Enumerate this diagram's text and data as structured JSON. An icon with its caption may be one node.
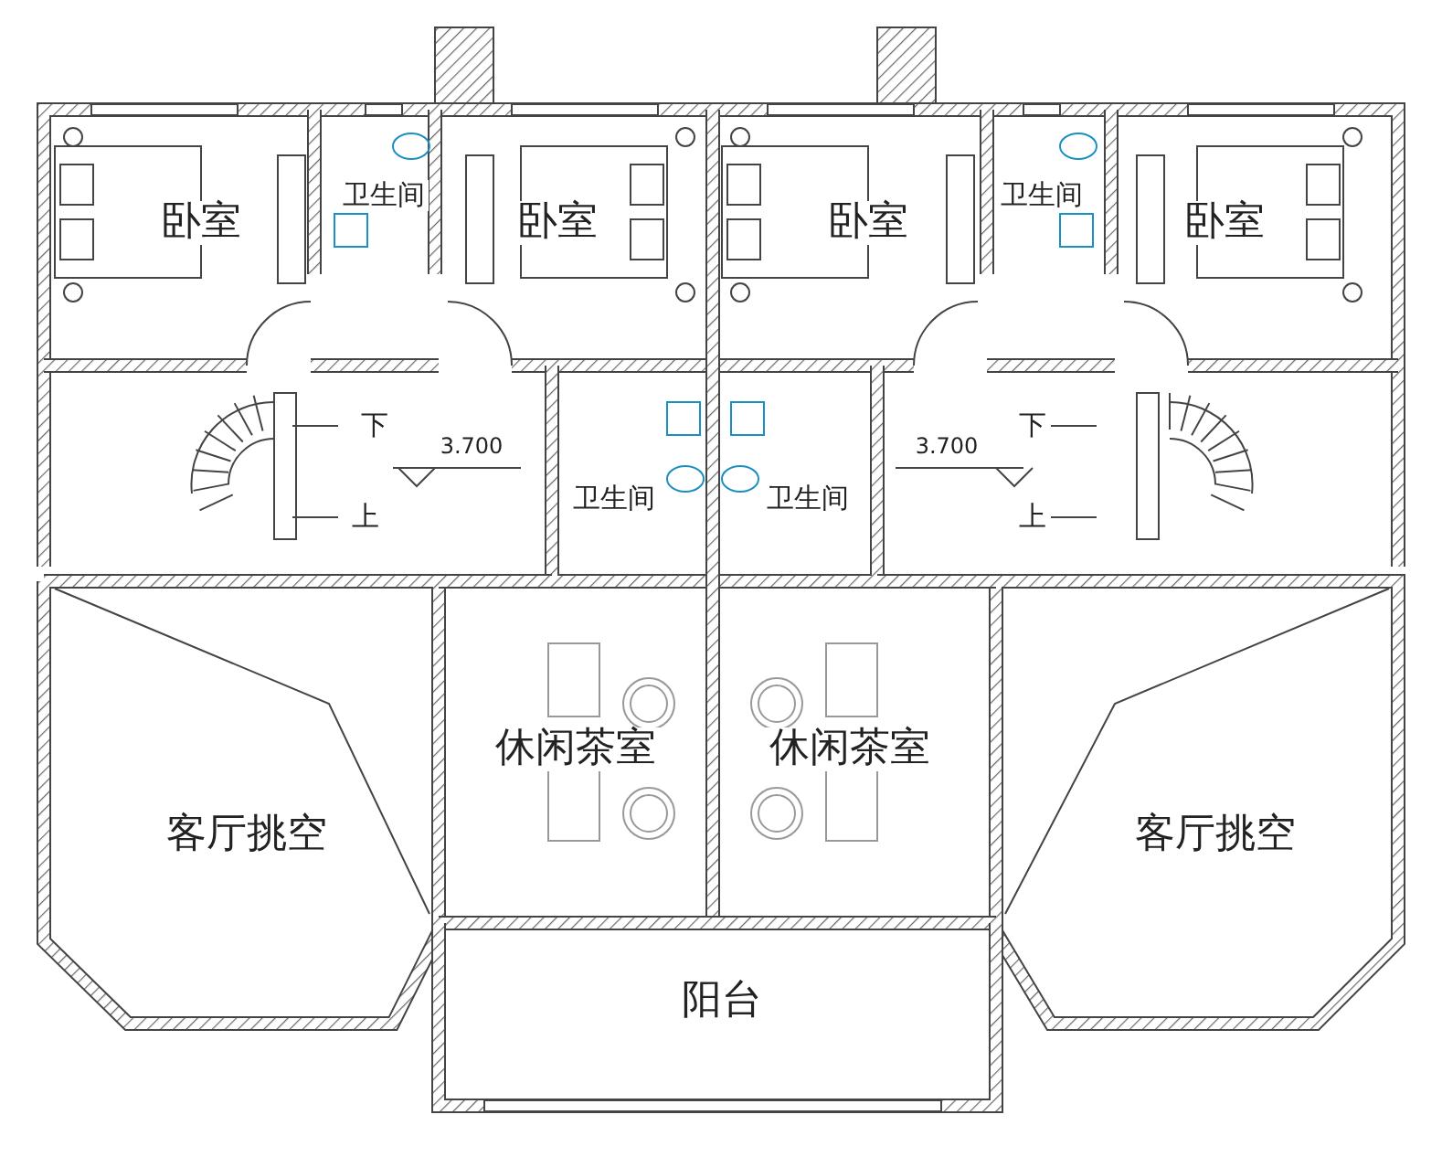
{
  "diagram": {
    "nodes": [
      {
        "text": [
          "卧室"
        ]
      },
      {
        "text": [
          "卫生间"
        ]
      },
      {
        "text": [
          "卧室"
        ]
      },
      {
        "text": [
          "卧室"
        ]
      },
      {
        "text": [
          "卫生间"
        ]
      },
      {
        "text": [
          "卧室"
        ]
      },
      {
        "text": [
          "卫生间"
        ]
      },
      {
        "text": [
          "卫生间"
        ]
      },
      {
        "text": [
          "休闲茶室"
        ]
      },
      {
        "text": [
          "休闲茶室"
        ]
      },
      {
        "text": [
          "客厅挑空"
        ]
      },
      {
        "text": [
          "客厅挑空"
        ]
      },
      {
        "text": [
          "阳台"
        ]
      }
    ],
    "labels": [
      "下",
      "下",
      "3.700",
      "3.700",
      "上",
      "上"
    ]
  }
}
